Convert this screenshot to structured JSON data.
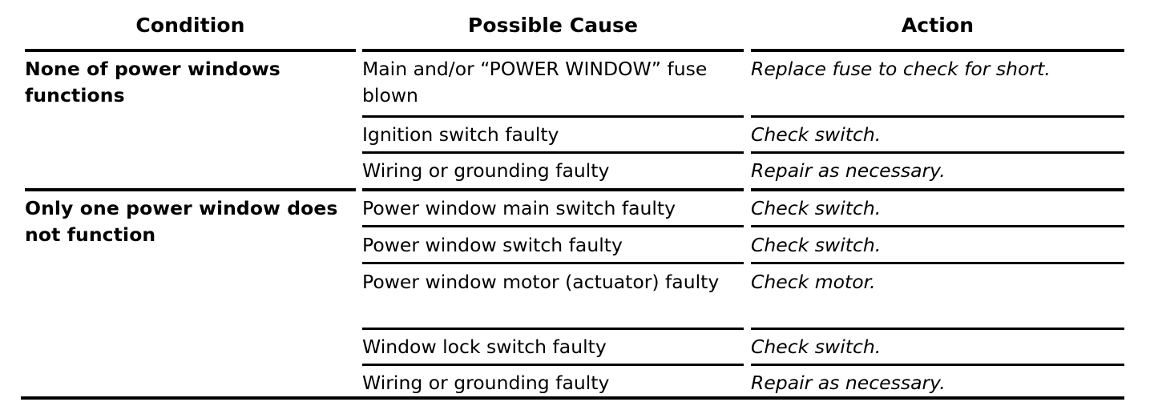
{
  "table": {
    "headers": {
      "condition": "Condition",
      "possible_cause": "Possible Cause",
      "action": "Action"
    },
    "conditions": [
      {
        "label": "None of power windows functions"
      },
      {
        "label": "Only one power window does not function"
      }
    ],
    "rows": [
      {
        "condition_index": 0,
        "possible_cause": "Main and/or “POWER WINDOW” fuse blown",
        "action": "Replace fuse to check for short."
      },
      {
        "condition_index": 0,
        "possible_cause": "Ignition switch faulty",
        "action": "Check switch."
      },
      {
        "condition_index": 0,
        "possible_cause": "Wiring or grounding faulty",
        "action": "Repair as necessary."
      },
      {
        "condition_index": 1,
        "possible_cause": "Power window main switch faulty",
        "action": "Check switch."
      },
      {
        "condition_index": 1,
        "possible_cause": "Power window switch faulty",
        "action": "Check switch."
      },
      {
        "condition_index": 1,
        "possible_cause": "Power window motor (actuator) faulty",
        "action": "Check motor."
      },
      {
        "condition_index": 1,
        "possible_cause": "Window lock switch faulty",
        "action": "Check switch."
      },
      {
        "condition_index": 1,
        "possible_cause": "Wiring or grounding faulty",
        "action": "Repair as necessary."
      }
    ]
  },
  "colors": {
    "rule": "#000000",
    "text": "#000000",
    "background": "#ffffff"
  }
}
